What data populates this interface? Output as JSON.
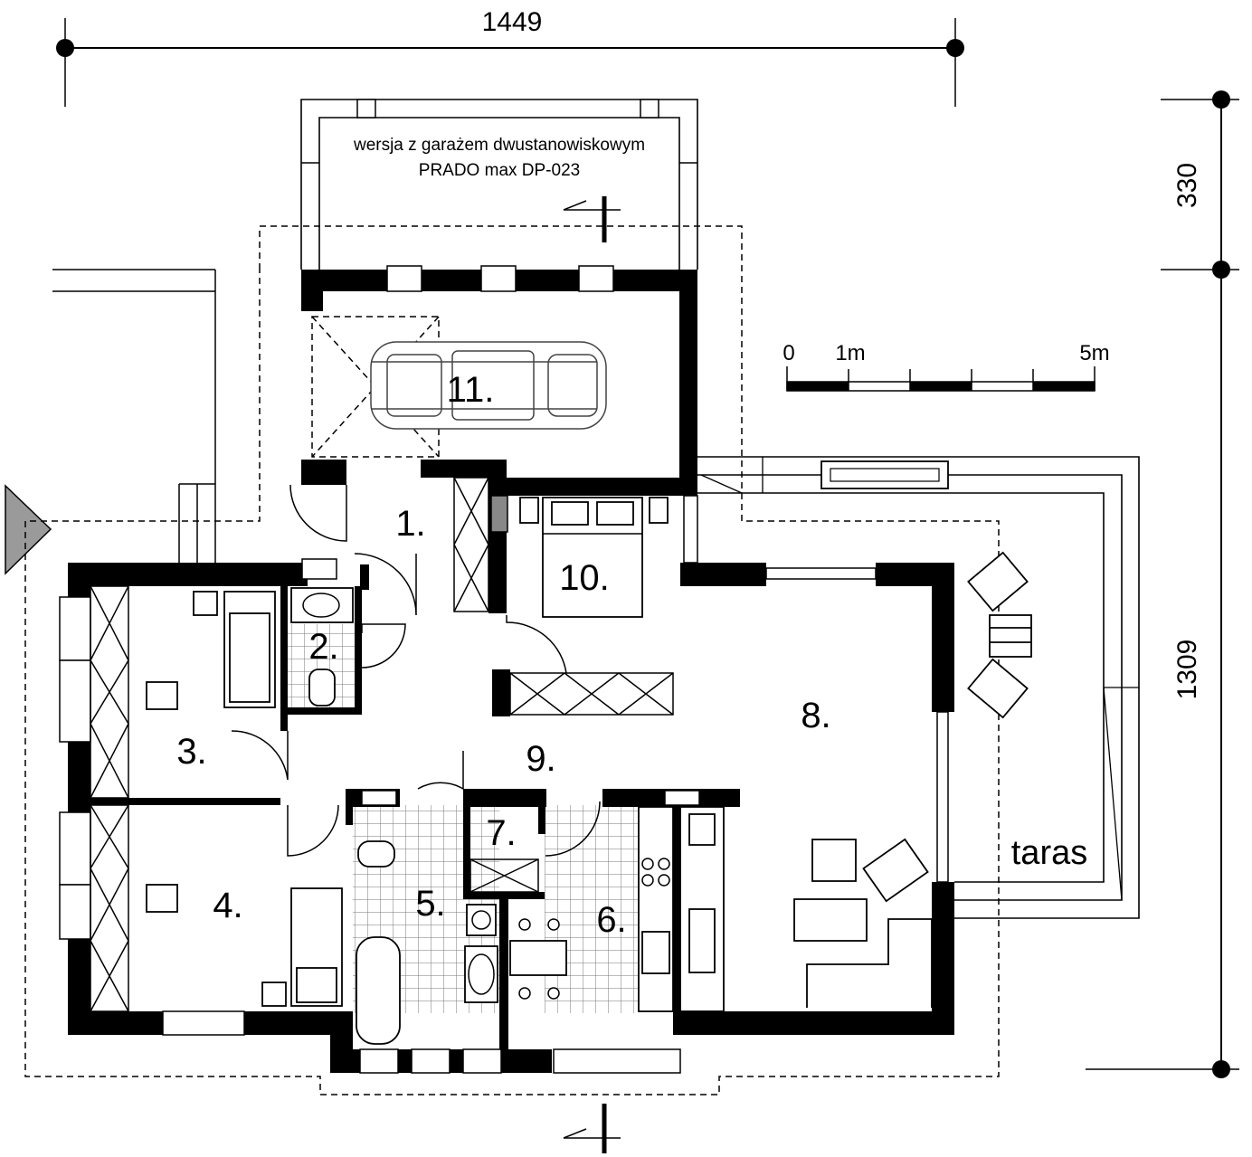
{
  "dimensions": {
    "width_total": "1449",
    "depth_garage": "330",
    "depth_total": "1309"
  },
  "note": {
    "line1": "wersja z garażem dwustanowiskowym",
    "line2": "PRADO max DP-023"
  },
  "scale": {
    "zero": "0",
    "one": "1m",
    "five": "5m"
  },
  "rooms": {
    "r1": "1.",
    "r2": "2.",
    "r3": "3.",
    "r4": "4.",
    "r5": "5.",
    "r6": "6.",
    "r7": "7.",
    "r8": "8.",
    "r9": "9.",
    "r10": "10.",
    "r11": "11."
  },
  "terrace": "taras"
}
